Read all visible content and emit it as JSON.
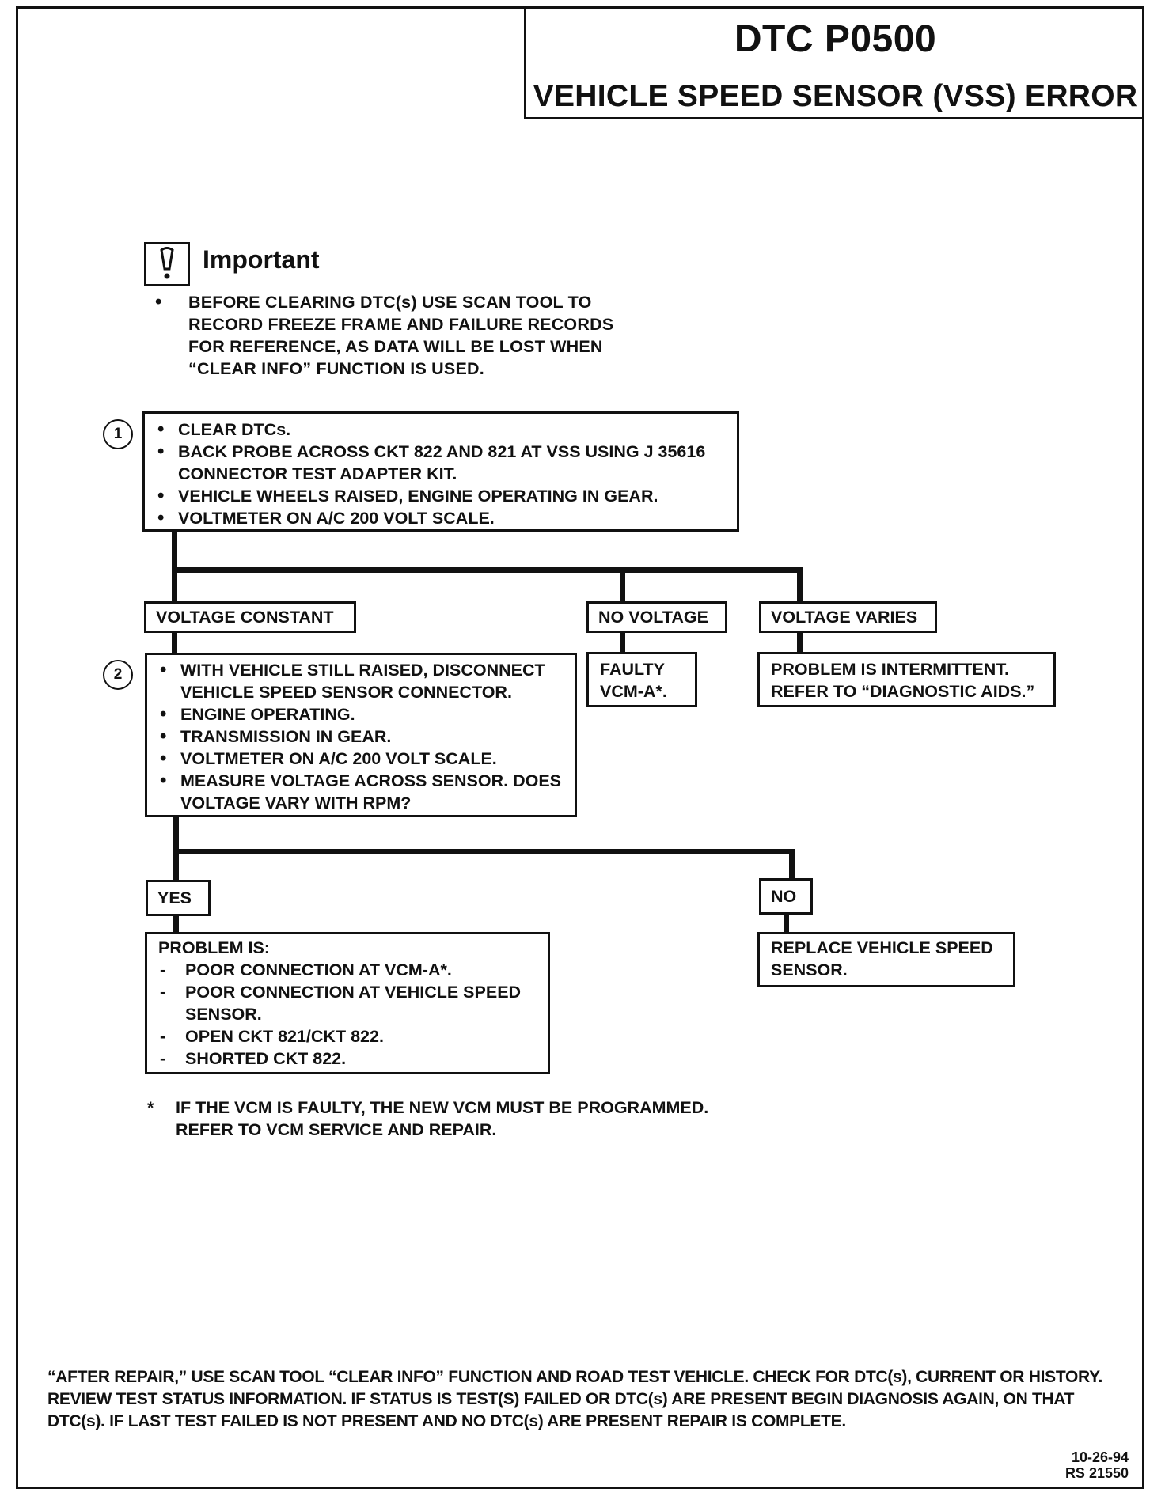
{
  "header": {
    "code": "DTC P0500",
    "name": "VEHICLE SPEED SENSOR (VSS) ERROR"
  },
  "important": {
    "label": "Important",
    "bullet": "BEFORE CLEARING DTC(s) USE SCAN TOOL TO RECORD FREEZE FRAME AND FAILURE RECORDS FOR REFERENCE, AS DATA WILL BE LOST WHEN “CLEAR INFO” FUNCTION IS USED."
  },
  "step1": {
    "number": "1",
    "items": [
      "CLEAR DTCs.",
      "BACK PROBE ACROSS CKT 822 AND 821 AT VSS USING J 35616 CONNECTOR TEST ADAPTER KIT.",
      "VEHICLE WHEELS RAISED, ENGINE OPERATING IN GEAR.",
      "VOLTMETER ON A/C 200 VOLT SCALE."
    ]
  },
  "branch1": {
    "voltage_constant": "VOLTAGE CONSTANT",
    "no_voltage": "NO VOLTAGE",
    "voltage_varies": "VOLTAGE VARIES",
    "no_voltage_result": "FAULTY VCM-A*.",
    "voltage_varies_result": "PROBLEM IS INTERMITTENT. REFER TO “DIAGNOSTIC AIDS.”"
  },
  "step2": {
    "number": "2",
    "items": [
      "WITH VEHICLE STILL RAISED, DISCONNECT VEHICLE SPEED SENSOR CONNECTOR.",
      "ENGINE OPERATING.",
      "TRANSMISSION IN GEAR.",
      "VOLTMETER ON A/C 200 VOLT SCALE.",
      "MEASURE VOLTAGE ACROSS SENSOR. DOES VOLTAGE VARY WITH RPM?"
    ]
  },
  "branch2": {
    "yes": "YES",
    "no": "NO",
    "yes_heading": "PROBLEM IS:",
    "yes_items": [
      "POOR CONNECTION AT VCM-A*.",
      "POOR CONNECTION AT VEHICLE SPEED SENSOR.",
      "OPEN CKT 821/CKT 822.",
      "SHORTED CKT 822."
    ],
    "no_result": "REPLACE VEHICLE SPEED SENSOR."
  },
  "footnote": {
    "mark": "*",
    "text": "IF THE VCM IS FAULTY, THE NEW VCM MUST BE PROGRAMMED. REFER TO VCM SERVICE AND REPAIR."
  },
  "after_repair": "“AFTER REPAIR,” USE SCAN TOOL “CLEAR INFO” FUNCTION AND ROAD TEST VEHICLE. CHECK FOR DTC(s), CURRENT OR HISTORY. REVIEW TEST STATUS INFORMATION. IF STATUS IS TEST(S) FAILED OR DTC(s) ARE PRESENT BEGIN DIAGNOSIS AGAIN, ON THAT DTC(s). IF LAST TEST FAILED IS NOT PRESENT AND NO DTC(s) ARE PRESENT REPAIR IS COMPLETE.",
  "doc_ref": {
    "date": "10-26-94",
    "id": "RS 21550"
  }
}
